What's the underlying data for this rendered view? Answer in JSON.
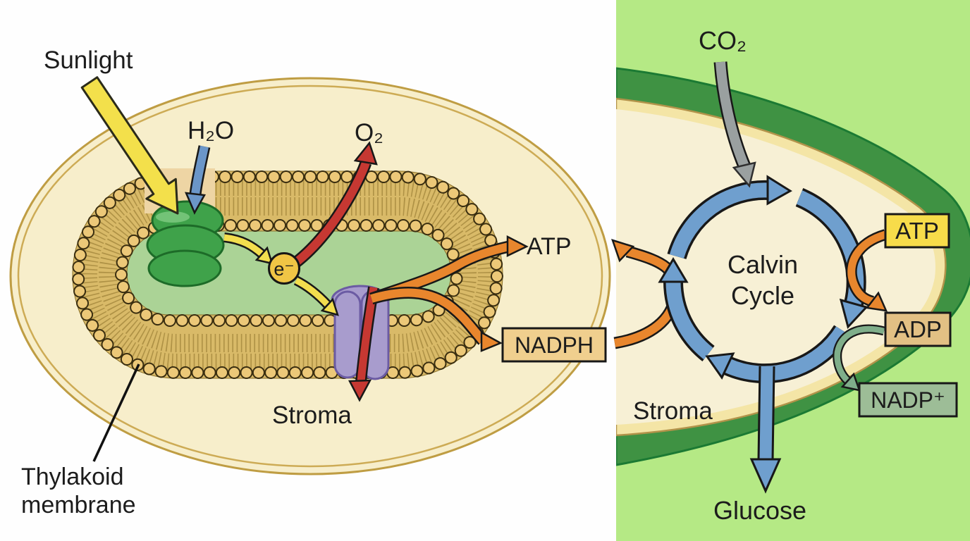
{
  "diagram": {
    "left_panel": {
      "sunlight_label": "Sunlight",
      "water_label": "H₂O",
      "oxygen_label": "O₂",
      "electron_label": "e⁻",
      "atp_label": "ATP",
      "nadph_label": "NADPH",
      "stroma_label": "Stroma",
      "thylakoid_label_line1": "Thylakoid",
      "thylakoid_label_line2": "membrane"
    },
    "right_panel": {
      "co2_label": "CO₂",
      "calvin_label_line1": "Calvin",
      "calvin_label_line2": "Cycle",
      "atp_label": "ATP",
      "adp_label": "ADP",
      "nadp_label": "NADP⁺",
      "stroma_label": "Stroma",
      "glucose_label": "Glucose"
    },
    "colors": {
      "left_bg": "#fefefe",
      "right_bg": "#b5e985",
      "chloroplast_fill": "#f7eecb",
      "chloroplast_border": "#bf9d43",
      "dark_green_band": "#3f9243",
      "yellow_band": "#f4e5a6",
      "right_interior": "#f7f0d5",
      "membrane_gold": "#d9ba68",
      "bead_gold": "#ecc878",
      "lumen_green": "#abd396",
      "photosystem_green": "#3fa24a",
      "complex_purple": "#a89ccd",
      "electron_yellow": "#f0c545",
      "arrow_yellow": "#f3e04b",
      "arrow_red": "#c63832",
      "arrow_orange": "#e8862d",
      "arrow_blue": "#6f9fce",
      "arrow_gray": "#9aa0a0",
      "arrow_green": "#7fae8a",
      "atp_box": "#f7dc4a",
      "adp_box": "#e2c084",
      "nadp_box": "#9dbd97",
      "nadph_box": "#f0cf8e"
    }
  }
}
